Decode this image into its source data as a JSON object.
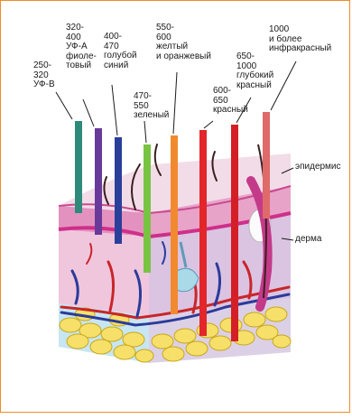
{
  "labels": {
    "uvb": "250-\n320\nУФ-В",
    "uva": "320-\n400\nУФ-А\nфиоле-\nтовый",
    "blue": "400-\n470\nголубой\nсиний",
    "green": "470-\n550\nзеленый",
    "yellow_orange": "550-\n600\nжелтый\nи оранжевый",
    "red": "600-\n650\nкрасный",
    "deep_red": "650-\n1000\nглубокий\nкрасный",
    "infrared": "1000\nи более\nинфракрасный",
    "epidermis": "эпидермис",
    "dermis": "дерма"
  },
  "colors": {
    "uvb": "#2e8a7a",
    "uva": "#6a3a9a",
    "blue": "#2a3f9a",
    "green": "#78c442",
    "orange": "#f18a2e",
    "red": "#e2262a",
    "deep_red": "#d41f26",
    "infrared": "#e06a6a",
    "frame": "#f08c2a"
  }
}
